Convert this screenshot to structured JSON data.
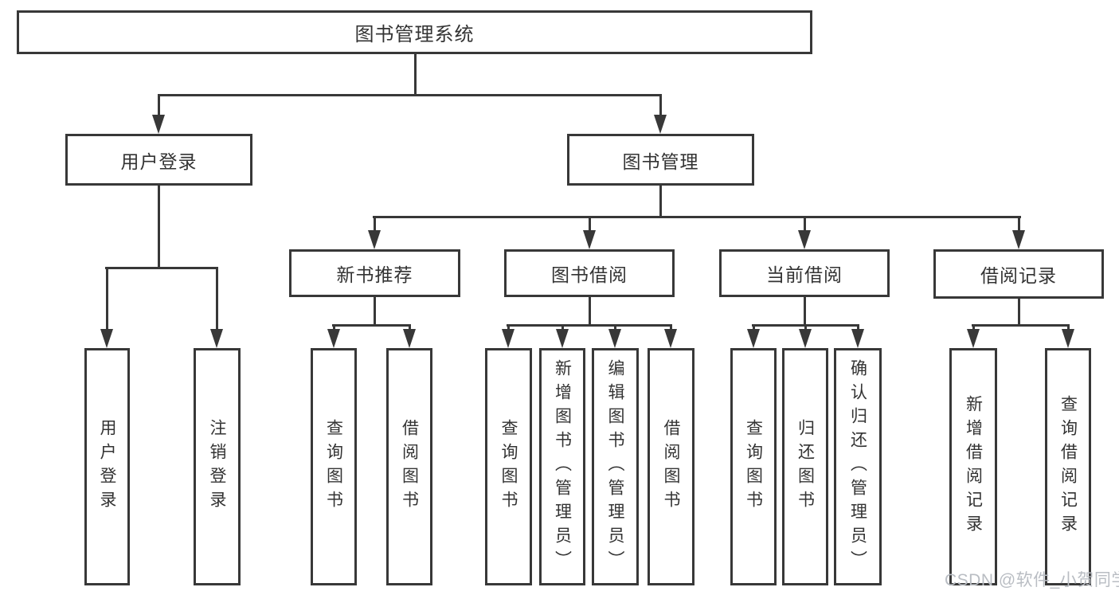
{
  "diagram": {
    "tree": {
      "label": "图书管理系统",
      "children": [
        {
          "label": "用户登录",
          "children": [
            {
              "label": "用户登录"
            },
            {
              "label": "注销登录"
            }
          ]
        },
        {
          "label": "图书管理",
          "children": [
            {
              "label": "新书推荐",
              "children": [
                {
                  "label": "查询图书"
                },
                {
                  "label": "借阅图书"
                }
              ]
            },
            {
              "label": "图书借阅",
              "children": [
                {
                  "label": "查询图书"
                },
                {
                  "label": "新增图书（管理员）"
                },
                {
                  "label": "编辑图书（管理员）"
                },
                {
                  "label": "借阅图书"
                }
              ]
            },
            {
              "label": "当前借阅",
              "children": [
                {
                  "label": "查询图书"
                },
                {
                  "label": "归还图书"
                },
                {
                  "label": "确认归还（管理员）"
                }
              ]
            },
            {
              "label": "借阅记录",
              "children": [
                {
                  "label": "新增借阅记录"
                },
                {
                  "label": "查询借阅记录"
                }
              ]
            }
          ]
        }
      ]
    },
    "colors": {
      "line": "#383838",
      "border": "#383838",
      "text": "#333333",
      "background": "#ffffff",
      "watermark": "#b9bdc3"
    }
  },
  "watermark": {
    "text": "CSDN @软件_小贺同学"
  }
}
